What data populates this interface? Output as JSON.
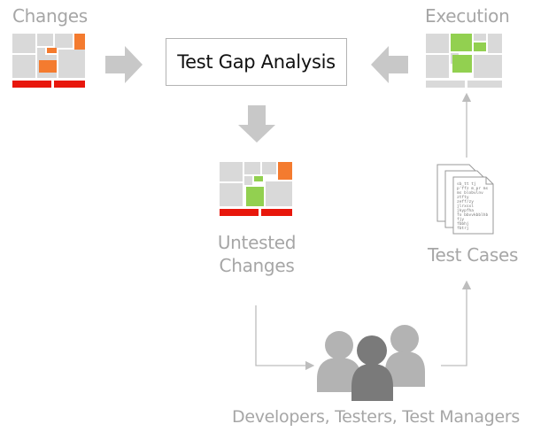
{
  "title": "Test Gap Analysis",
  "labels": {
    "changes": "Changes",
    "execution": "Execution",
    "untested_line1": "Untested",
    "untested_line2": "Changes",
    "test_cases": "Test Cases",
    "people": "Developers, Testers, Test Managers"
  },
  "test_doc_lines": [
    "sb_tt tj",
    "p'ffz m_pr ms",
    "ms blobvlnv",
    "ztfty",
    "zeff/zy",
    "jlrxsxl",
    "jkypfha",
    "fo bbvvkbblhb",
    "fjy",
    "fbbhj",
    "fbtrj"
  ],
  "colors": {
    "gray_block": "#d9d9d9",
    "orange": "#f47b2f",
    "green": "#92d050",
    "red": "#e8170c",
    "arrow": "#c8c8c8",
    "line": "#bdbdbd",
    "text": "#a6a6a6"
  }
}
